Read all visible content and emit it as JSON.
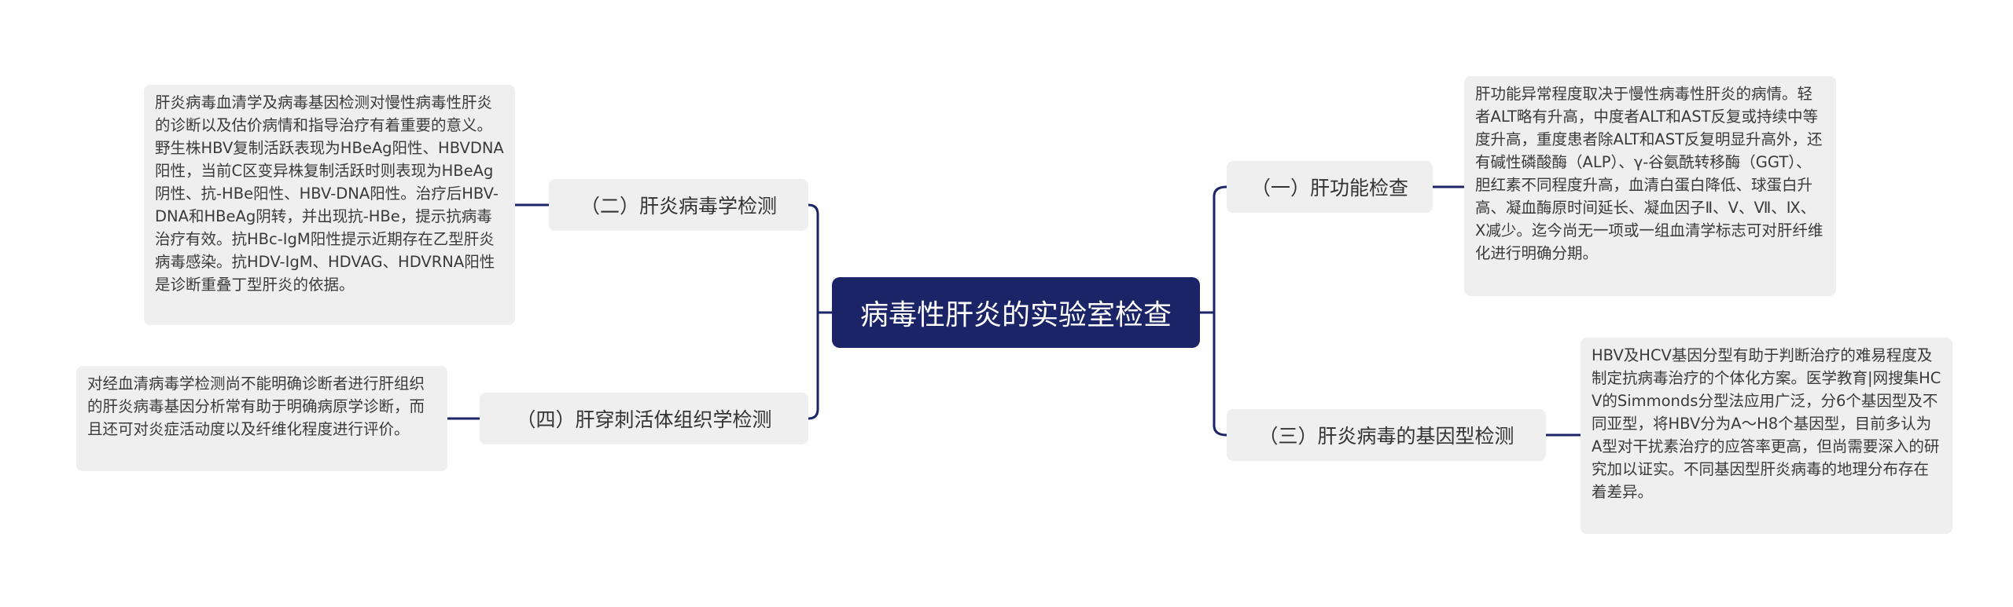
{
  "mindmap": {
    "central": "病毒性肝炎的实验室检查",
    "branches": {
      "b1": {
        "label": "（一）肝功能检查",
        "detail": "肝功能异常程度取决于慢性病毒性肝炎的病情。轻者ALT略有升高，中度者ALT和AST反复或持续中等度升高，重度患者除ALT和AST反复明显升高外，还有碱性磷酸酶（ALP）、γ-谷氨酰转移酶（GGT）、胆红素不同程度升高，血清白蛋白降低、球蛋白升高、凝血酶原时间延长、凝血因子Ⅱ、Ⅴ、Ⅶ、Ⅸ、Ⅹ减少。迄今尚无一项或一组血清学标志可对肝纤维化进行明确分期。"
      },
      "b2": {
        "label": "（二）肝炎病毒学检测",
        "detail": "肝炎病毒血清学及病毒基因检测对慢性病毒性肝炎的诊断以及估价病情和指导治疗有着重要的意义。野生株HBV复制活跃表现为HBeAg阳性、HBVDNA阳性，当前C区变异株复制活跃时则表现为HBeAg阴性、抗-HBe阳性、HBV-DNA阳性。治疗后HBV-DNA和HBeAg阴转，并出现抗-HBe，提示抗病毒治疗有效。抗HBc-IgM阳性提示近期存在乙型肝炎病毒感染。抗HDV-IgM、HDVAG、HDVRNA阳性是诊断重叠丁型肝炎的依据。"
      },
      "b3": {
        "label": "（三）肝炎病毒的基因型检测",
        "detail": "HBV及HCV基因分型有助于判断治疗的难易程度及制定抗病毒治疗的个体化方案。医学教育|网搜集HCV的Simmonds分型法应用广泛，分6个基因型及不同亚型，将HBV分为A～H8个基因型，目前多认为A型对干扰素治疗的应答率更高，但尚需要深入的研究加以证实。不同基因型肝炎病毒的地理分布存在着差异。"
      },
      "b4": {
        "label": "（四）肝穿刺活体组织学检测",
        "detail": "对经血清病毒学检测尚不能明确诊断者进行肝组织的肝炎病毒基因分析常有助于明确病原学诊断，而且还可对炎症活动度以及纤维化程度进行评价。"
      }
    }
  },
  "colors": {
    "central_fill": "#1b2466",
    "connector": "#1b2466",
    "node_fill": "#efefef"
  }
}
